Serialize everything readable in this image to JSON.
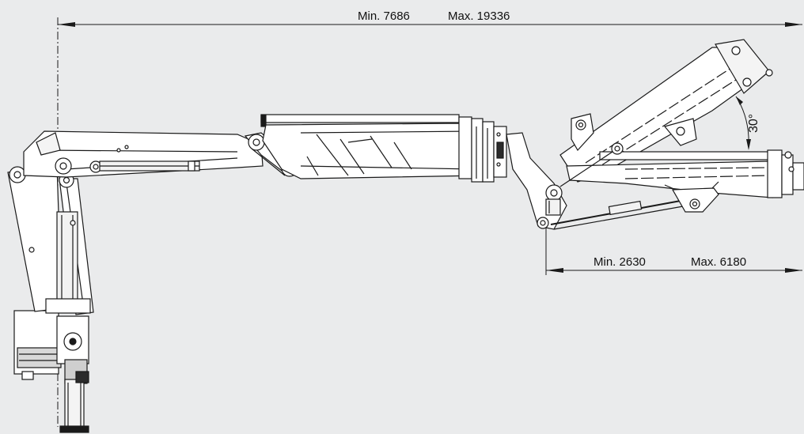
{
  "dimensions": {
    "overall": {
      "min_label": "Min. 7686",
      "max_label": "Max. 19336"
    },
    "jib": {
      "min_label": "Min. 2630",
      "max_label": "Max. 6180"
    },
    "angle_label": "30°"
  },
  "colors": {
    "background": "#eaebec",
    "line": "#1a1a1a",
    "panel": "#ffffff",
    "dark": "#2b2b2b"
  }
}
